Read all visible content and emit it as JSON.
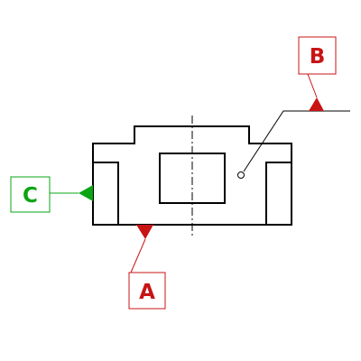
{
  "diagram": {
    "datums": {
      "a": {
        "label": "A",
        "color": "#c81414"
      },
      "b": {
        "label": "B",
        "color": "#c81414"
      },
      "c": {
        "label": "C",
        "color": "#0aa514"
      }
    },
    "outline_color": "#000000"
  }
}
